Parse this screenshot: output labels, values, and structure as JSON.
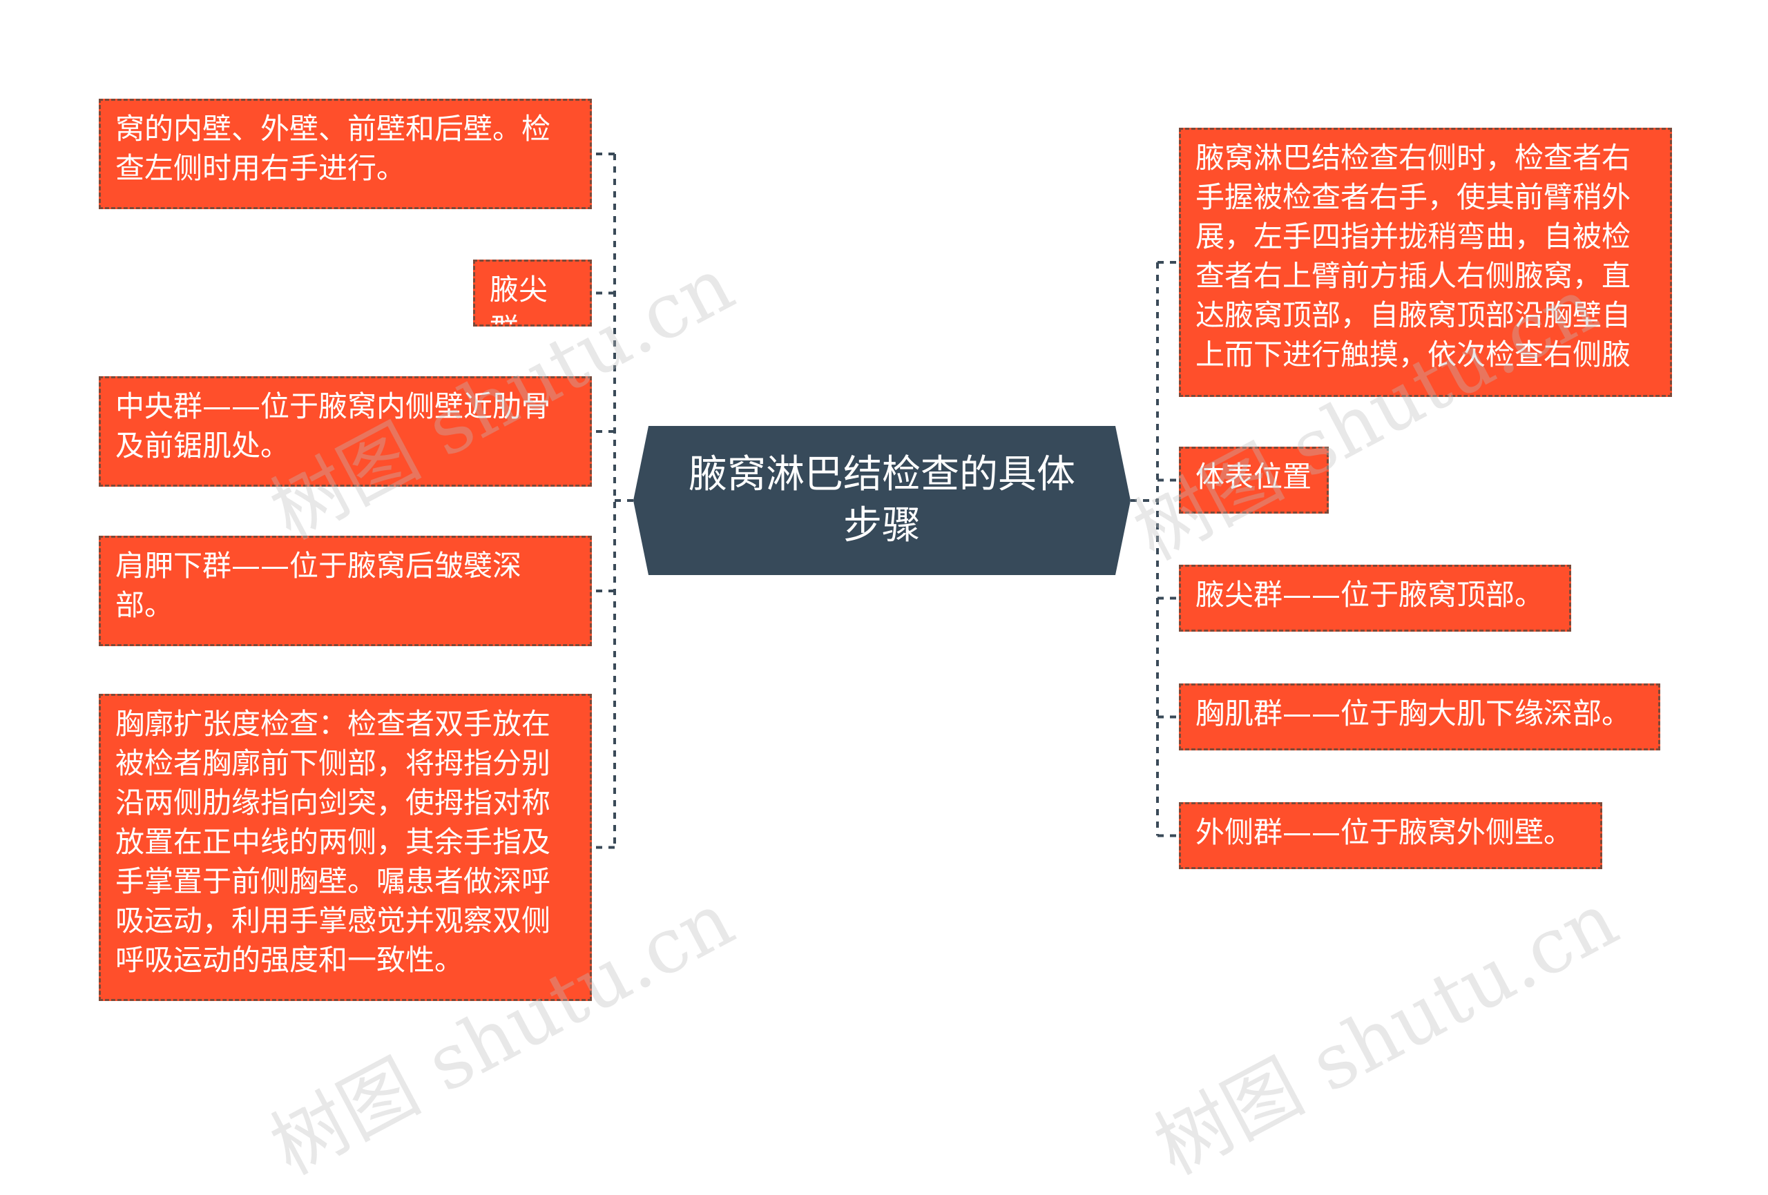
{
  "colors": {
    "node_fill": "#ff4f2b",
    "node_border": "#7a4a3a",
    "center_fill": "#374a5a",
    "connector": "#3a4a58"
  },
  "center": {
    "label": "腋窝淋巴结检查的具体步骤"
  },
  "left_nodes": [
    {
      "text": "窝的内壁、外壁、前壁和后壁。检查左侧时用右手进行。"
    },
    {
      "text": "腋尖群"
    },
    {
      "text": "中央群——位于腋窝内侧壁近肋骨及前锯肌处。"
    },
    {
      "text": "肩胛下群——位于腋窝后皱襞深部。"
    },
    {
      "text": "胸廓扩张度检查：检查者双手放在被检者胸廓前下侧部，将拇指分别沿两侧肋缘指向剑突，使拇指对称放置在正中线的两侧，其余手指及手掌置于前侧胸壁。嘱患者做深呼吸运动，利用手掌感觉并观察双侧呼吸运动的强度和一致性。"
    }
  ],
  "right_nodes": [
    {
      "text": "腋窝淋巴结检查右侧时，检查者右手握被检查者右手，使其前臂稍外展，左手四指并拢稍弯曲，自被检查者右上臂前方插人右侧腋窝，直达腋窝顶部，自腋窝顶部沿胸壁自上而下进行触摸，依次检查右侧腋"
    },
    {
      "text": "体表位置"
    },
    {
      "text": "腋尖群——位于腋窝顶部。"
    },
    {
      "text": "胸肌群——位于胸大肌下缘深部。"
    },
    {
      "text": "外侧群——位于腋窝外侧壁。"
    }
  ],
  "watermark": "树图 shutu.cn"
}
